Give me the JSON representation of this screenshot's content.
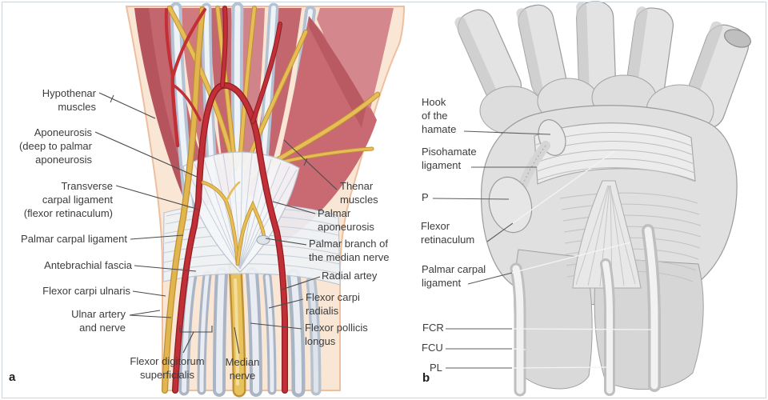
{
  "figure": {
    "type": "anatomical-diagram",
    "subject": "Carpal region, palmar view: ligaments, tendons, nerves and vessels of the wrist"
  },
  "panel_a": {
    "letter": "a",
    "labels": {
      "hypothenar": "Hypothenar\nmuscles",
      "aponeurosis_deep": "Aponeurosis\n(deep to palmar\naponeurosis",
      "transverse_carpal": "Transverse\ncarpal ligament\n(flexor retinaculum)",
      "palmar_carpal": "Palmar carpal ligament",
      "antebrachial": "Antebrachial fascia",
      "flexor_carpi_ulnaris": "Flexor carpi ulnaris",
      "ulnar_artery_nerve": "Ulnar artery\nand nerve",
      "flexor_digitorum_superficialis": "Flexor digitorum\nsuperficialis",
      "median_nerve": "Median\nnerve",
      "thenar": "Thenar\nmuscles",
      "palmar_aponeurosis": "Palmar\naponeurosis",
      "palmar_branch": "Palmar branch of\nthe median nerve",
      "radial_artery": "Radial artey",
      "flexor_carpi_radialis": "Flexor carpi\nradialis",
      "flexor_pollicis_longus": "Flexor pollicis\nlongus"
    }
  },
  "panel_b": {
    "letter": "b",
    "labels": {
      "hook_hamate": "Hook\nof the\nhamate",
      "pisohamate": "Pisohamate\nligament",
      "pisiform": "P",
      "flexor_retinaculum": "Flexor\nretinaculum",
      "palmar_carpal_ligament": "Palmar carpal\nligament",
      "fcr": "FCR",
      "fcu": "FCU",
      "pl": "PL"
    }
  },
  "palette": {
    "muscle_red": "#c4666e",
    "muscle_red_light": "#d0797f",
    "tendon_gray_blue": "#b9c6d6",
    "tendon_highlight": "#edf2f7",
    "nerve_yellow": "#e7bd55",
    "nerve_edge": "#bf8f33",
    "artery_red": "#c32f36",
    "artery_edge": "#8c1e24",
    "skin": "#f7ddc9",
    "fascia_white": "#eef1f4",
    "bone_gray": "#e0e0e0",
    "label_text": "#3c3c3c",
    "leader_line": "#4a4a4a"
  }
}
